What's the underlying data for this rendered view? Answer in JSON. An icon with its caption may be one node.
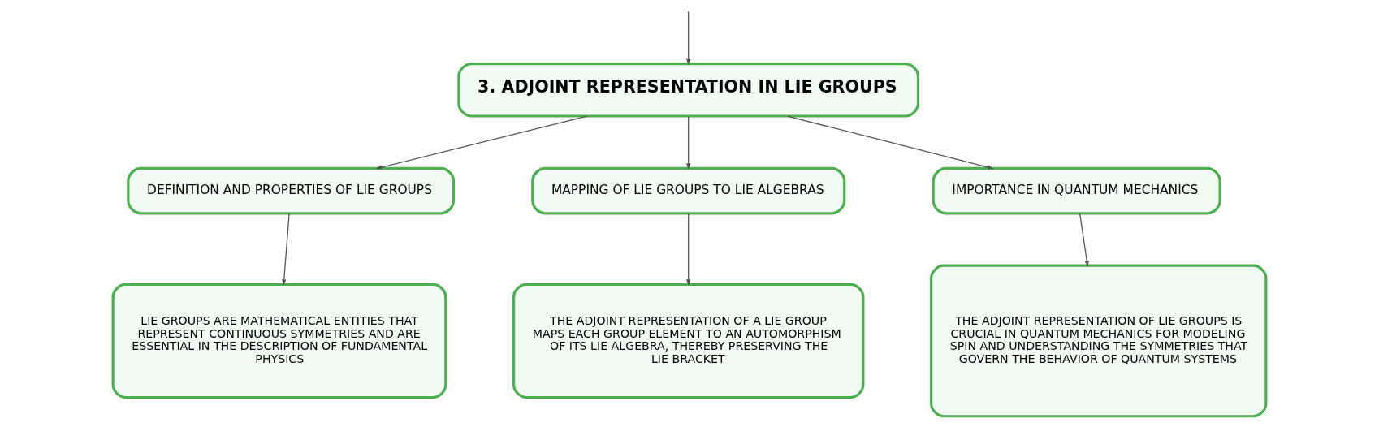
{
  "diagram": {
    "nodes": [
      {
        "text": [
          "3. ADJOINT REPRESENTATION IN LIE GROUPS"
        ]
      },
      {
        "text": [
          "DEFINITION AND PROPERTIES OF LIE GROUPS"
        ]
      },
      {
        "text": [
          "MAPPING OF LIE GROUPS TO LIE ALGEBRAS"
        ]
      },
      {
        "text": [
          "IMPORTANCE IN QUANTUM MECHANICS"
        ]
      },
      {
        "text": [
          "LIE GROUPS ARE MATHEMATICAL ENTITIES THAT REPRESENT CONTINUOUS SYMMETRIES AND ARE ESSENTIAL IN THE DESCRIPTION OF FUNDAMENTAL PHYSICS"
        ]
      },
      {
        "text": [
          "THE ADJOINT REPRESENTATION OF A LIE GROUP MAPS EACH GROUP ELEMENT TO AN AUTOMORPHISM OF ITS LIE ALGEBRA, THEREBY PRESERVING THE LIE BRACKET"
        ]
      },
      {
        "text": [
          "THE ADJOINT REPRESENTATION OF LIE GROUPS IS CRUCIAL IN QUANTUM MECHANICS FOR MODELING SPIN AND UNDERSTANDING THE SYMMETRIES THAT GOVERN THE BEHAVIOR OF QUANTUM SYSTEMS"
        ]
      }
    ],
    "edges": [
      {
        "from": null,
        "to": 0,
        "arrow": "to"
      },
      {
        "from": 0,
        "to": 1,
        "arrow": "to"
      },
      {
        "from": 0,
        "to": 2,
        "arrow": "to"
      },
      {
        "from": 0,
        "to": 3,
        "arrow": "to"
      },
      {
        "from": 1,
        "to": 4,
        "arrow": "to"
      },
      {
        "from": 2,
        "to": 5,
        "arrow": "to"
      },
      {
        "from": 3,
        "to": 6,
        "arrow": "to"
      }
    ]
  }
}
